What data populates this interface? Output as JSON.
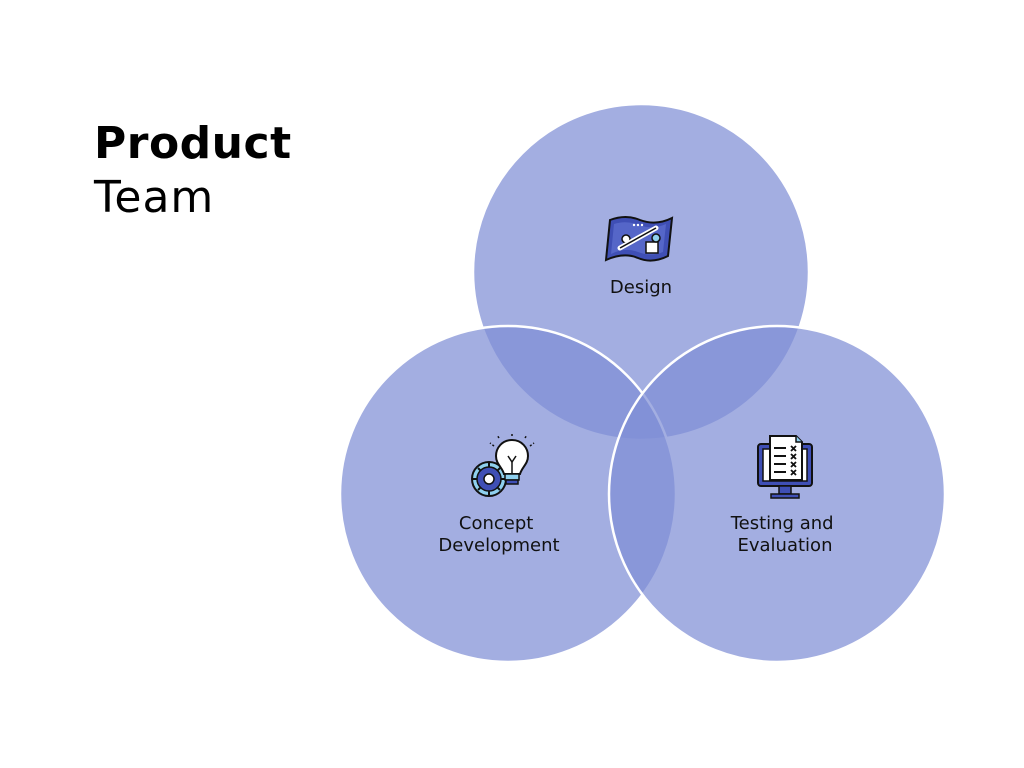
{
  "title": {
    "line1": "Product",
    "line2": "Team"
  },
  "colors": {
    "circle_fill": "#7f8fd6",
    "circle_stroke": "#ffffff",
    "icon_accent": "#3f4fb5",
    "icon_light": "#8fd0ee",
    "text": "#111111"
  },
  "circles": [
    {
      "id": "design",
      "label_lines": [
        "Design"
      ],
      "icon": "design-drawing-icon"
    },
    {
      "id": "concept",
      "label_lines": [
        "Concept",
        "Development"
      ],
      "icon": "lightbulb-gear-icon"
    },
    {
      "id": "testing",
      "label_lines": [
        "Testing and",
        "Evaluation"
      ],
      "icon": "monitor-checklist-icon"
    }
  ]
}
